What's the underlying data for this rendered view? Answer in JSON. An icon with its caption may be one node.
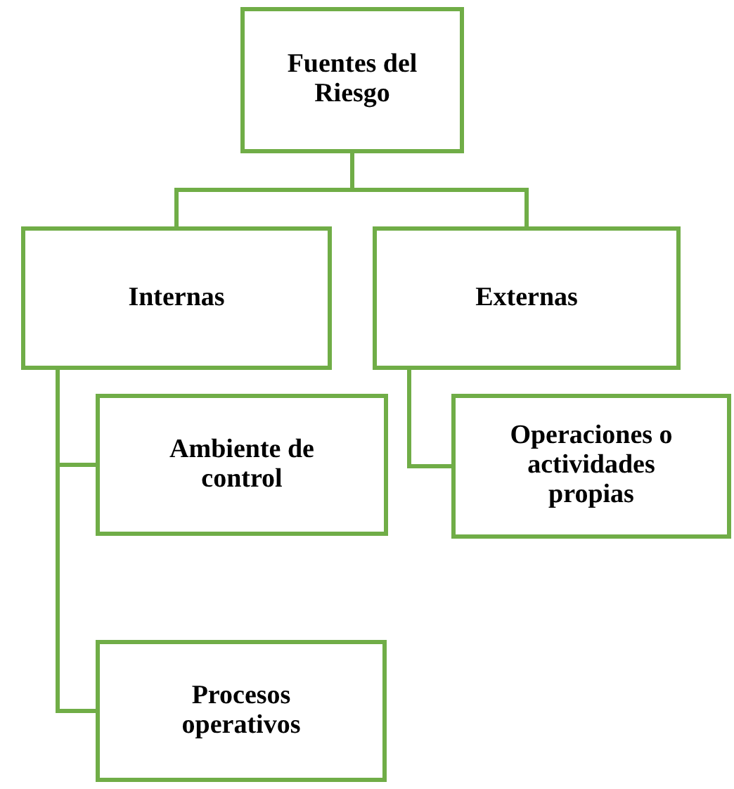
{
  "diagram": {
    "nodes": [
      {
        "text": [
          "Fuentes del Riesgo"
        ]
      },
      {
        "text": [
          "Internas"
        ]
      },
      {
        "text": [
          "Externas"
        ]
      },
      {
        "text": [
          "Ambiente de control"
        ]
      },
      {
        "text": [
          "Operaciones o actividades propias"
        ]
      },
      {
        "text": [
          "Procesos operativos"
        ]
      }
    ],
    "edges": [
      {
        "from": 0,
        "to": 1,
        "arrow": "none"
      },
      {
        "from": 0,
        "to": 2,
        "arrow": "none"
      },
      {
        "from": 1,
        "to": 3,
        "arrow": "none"
      },
      {
        "from": 1,
        "to": 5,
        "arrow": "none"
      },
      {
        "from": 2,
        "to": 4,
        "arrow": "none"
      }
    ]
  }
}
